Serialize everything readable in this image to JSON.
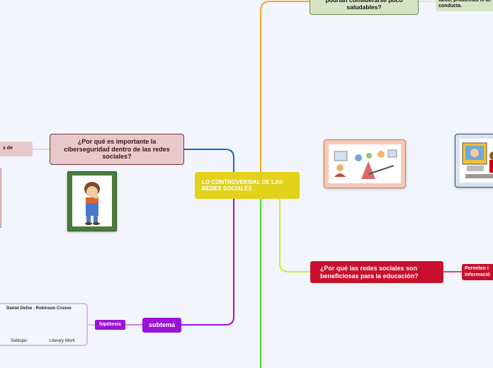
{
  "central": {
    "label": "LO CONTROVERSIAL DE LAS REDES SOCIALES"
  },
  "top_node": {
    "label": "podrían considerarse poco saludables?"
  },
  "top_right_note": {
    "label": "tanto, problemas m de conducta."
  },
  "cyber": {
    "label": "¿Por qué es importante la ciberseguridad dentro de las redes sociales?"
  },
  "cyber_left_stub": {
    "label": "s de"
  },
  "education": {
    "label": "¿Por qué las redes sociales son beneficiosas para la educación?"
  },
  "education_right": {
    "label": "Permiten i informació"
  },
  "subtema": {
    "label": "subtema"
  },
  "hipotesis": {
    "label": "hipótesis"
  },
  "floating": {
    "title": "Daniel Defoe - Robinson Crusoe",
    "subtopic": "Subtopic",
    "literary": "Literary Work"
  },
  "colors": {
    "central": "#e2d21b",
    "cyber_fill": "#e8c9cb",
    "education_fill": "#c8102e",
    "subtema_fill": "#9b12d8",
    "top_fill": "#d6e4c4",
    "orange_line": "#f5a623",
    "blue_line": "#1c64d6",
    "purple_line": "#9b12d8",
    "green_line": "#44d62c",
    "lime_line": "#d4ec2a"
  }
}
